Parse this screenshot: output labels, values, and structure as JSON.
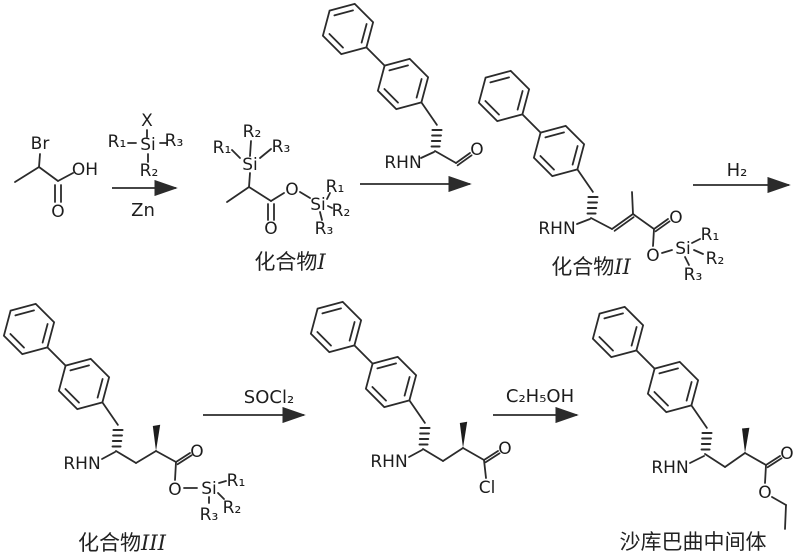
{
  "diagram": {
    "type": "chemical-reaction-scheme",
    "background_color": "#ffffff",
    "line_color": "#2b2b2b",
    "symbols": {
      "br": "Br",
      "oh": "OH",
      "o": "O",
      "x": "X",
      "si": "Si",
      "r1": "R₁",
      "r2": "R₂",
      "r3": "R₃",
      "rhn": "RHN",
      "cl": "Cl"
    },
    "reagents": {
      "zn": "Zn",
      "h2": "H₂",
      "socl2": "SOCl₂",
      "ethanol": "C₂H₅OH"
    },
    "labels": {
      "compound_prefix": "化合物",
      "compound1_numeral": "I",
      "compound2_numeral": "II",
      "compound3_numeral": "III",
      "product": "沙库巴曲中间体"
    }
  }
}
